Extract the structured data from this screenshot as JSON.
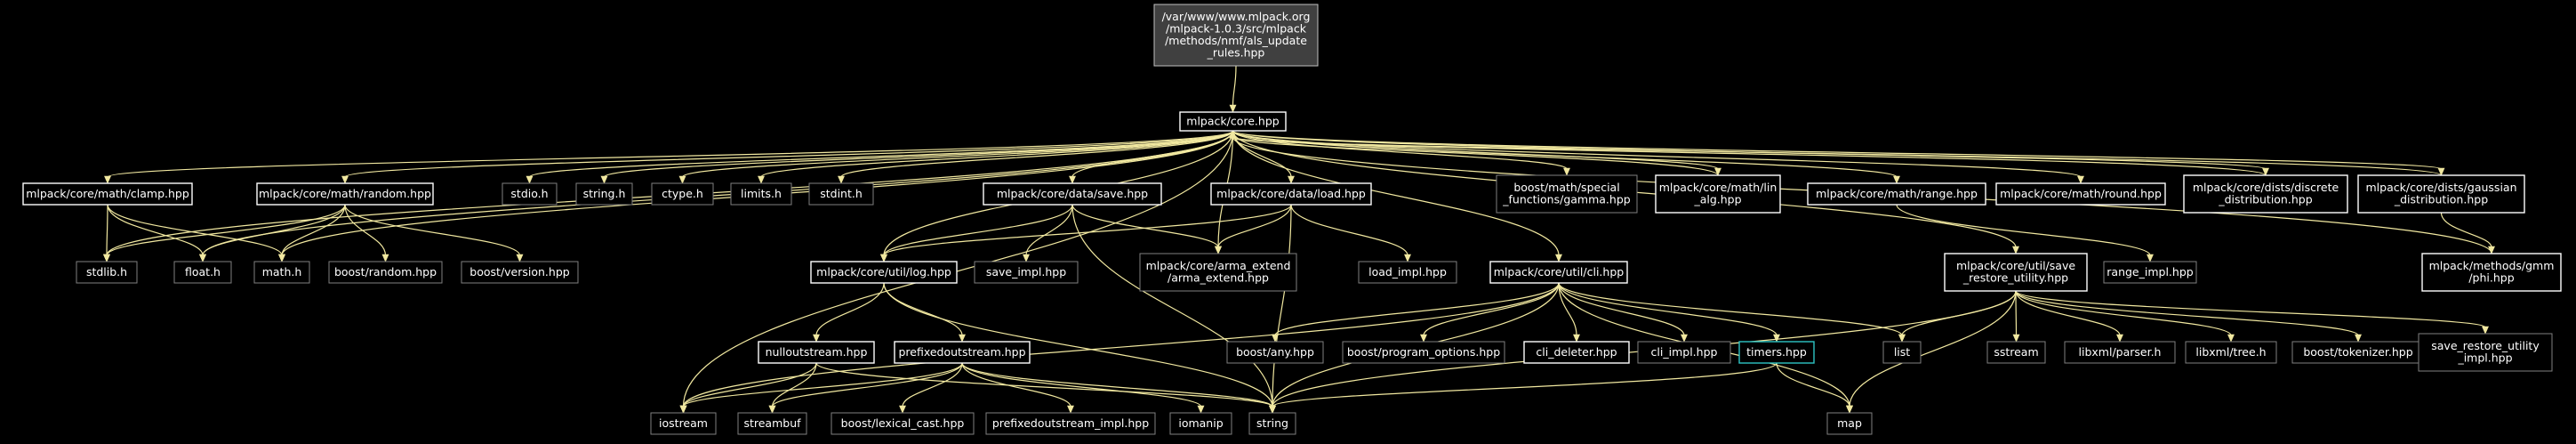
{
  "nodes": [
    {
      "id": "root",
      "kind": "root",
      "lines": [
        "/var/www/www.mlpack.org",
        "/mlpack-1.0.3/src/mlpack",
        "/methods/nmf/als_update",
        "_rules.hpp"
      ]
    },
    {
      "id": "core",
      "kind": "doc",
      "lines": [
        "mlpack/core.hpp"
      ]
    },
    {
      "id": "clamp",
      "kind": "doc",
      "lines": [
        "mlpack/core/math/clamp.hpp"
      ]
    },
    {
      "id": "random",
      "kind": "doc",
      "lines": [
        "mlpack/core/math/random.hpp"
      ]
    },
    {
      "id": "stdio",
      "kind": "sys",
      "lines": [
        "stdio.h"
      ]
    },
    {
      "id": "string_h",
      "kind": "sys",
      "lines": [
        "string.h"
      ]
    },
    {
      "id": "ctype",
      "kind": "sys",
      "lines": [
        "ctype.h"
      ]
    },
    {
      "id": "limits",
      "kind": "sys",
      "lines": [
        "limits.h"
      ]
    },
    {
      "id": "stdint",
      "kind": "sys",
      "lines": [
        "stdint.h"
      ]
    },
    {
      "id": "save",
      "kind": "doc",
      "lines": [
        "mlpack/core/data/save.hpp"
      ]
    },
    {
      "id": "load",
      "kind": "doc",
      "lines": [
        "mlpack/core/data/load.hpp"
      ]
    },
    {
      "id": "gamma",
      "kind": "sys",
      "lines": [
        "boost/math/special",
        "_functions/gamma.hpp"
      ]
    },
    {
      "id": "linalg",
      "kind": "doc",
      "lines": [
        "mlpack/core/math/lin",
        "_alg.hpp"
      ]
    },
    {
      "id": "range",
      "kind": "doc",
      "lines": [
        "mlpack/core/math/range.hpp"
      ]
    },
    {
      "id": "round",
      "kind": "doc",
      "lines": [
        "mlpack/core/math/round.hpp"
      ]
    },
    {
      "id": "discrete",
      "kind": "doc",
      "lines": [
        "mlpack/core/dists/discrete",
        "_distribution.hpp"
      ]
    },
    {
      "id": "gaussian",
      "kind": "doc",
      "lines": [
        "mlpack/core/dists/gaussian",
        "_distribution.hpp"
      ]
    },
    {
      "id": "stdlib",
      "kind": "sys",
      "lines": [
        "stdlib.h"
      ]
    },
    {
      "id": "float",
      "kind": "sys",
      "lines": [
        "float.h"
      ]
    },
    {
      "id": "math",
      "kind": "sys",
      "lines": [
        "math.h"
      ]
    },
    {
      "id": "brandom",
      "kind": "sys",
      "lines": [
        "boost/random.hpp"
      ]
    },
    {
      "id": "bversion",
      "kind": "sys",
      "lines": [
        "boost/version.hpp"
      ]
    },
    {
      "id": "log",
      "kind": "doc",
      "lines": [
        "mlpack/core/util/log.hpp"
      ]
    },
    {
      "id": "saveimpl",
      "kind": "sys",
      "lines": [
        "save_impl.hpp"
      ]
    },
    {
      "id": "armaext",
      "kind": "sys",
      "lines": [
        "mlpack/core/arma_extend",
        "/arma_extend.hpp"
      ]
    },
    {
      "id": "loadimpl",
      "kind": "sys",
      "lines": [
        "load_impl.hpp"
      ]
    },
    {
      "id": "cli",
      "kind": "doc",
      "lines": [
        "mlpack/core/util/cli.hpp"
      ]
    },
    {
      "id": "saverest",
      "kind": "doc",
      "lines": [
        "mlpack/core/util/save",
        "_restore_utility.hpp"
      ]
    },
    {
      "id": "rangeimpl",
      "kind": "sys",
      "lines": [
        "range_impl.hpp"
      ]
    },
    {
      "id": "phi",
      "kind": "doc",
      "lines": [
        "mlpack/methods/gmm",
        "/phi.hpp"
      ]
    },
    {
      "id": "nullout",
      "kind": "doc",
      "lines": [
        "nulloutstream.hpp"
      ]
    },
    {
      "id": "prefixed",
      "kind": "doc",
      "lines": [
        "prefixedoutstream.hpp"
      ]
    },
    {
      "id": "bany",
      "kind": "sys",
      "lines": [
        "boost/any.hpp"
      ]
    },
    {
      "id": "bprog",
      "kind": "sys",
      "lines": [
        "boost/program_options.hpp"
      ]
    },
    {
      "id": "clidel",
      "kind": "doc",
      "lines": [
        "cli_deleter.hpp"
      ]
    },
    {
      "id": "cliimpl",
      "kind": "sys",
      "lines": [
        "cli_impl.hpp"
      ]
    },
    {
      "id": "timers",
      "kind": "hl",
      "lines": [
        "timers.hpp"
      ]
    },
    {
      "id": "list",
      "kind": "sys",
      "lines": [
        "list"
      ]
    },
    {
      "id": "sstream",
      "kind": "sys",
      "lines": [
        "sstream"
      ]
    },
    {
      "id": "libparser",
      "kind": "sys",
      "lines": [
        "libxml/parser.h"
      ]
    },
    {
      "id": "libtree",
      "kind": "sys",
      "lines": [
        "libxml/tree.h"
      ]
    },
    {
      "id": "btok",
      "kind": "sys",
      "lines": [
        "boost/tokenizer.hpp"
      ]
    },
    {
      "id": "saverestimpl",
      "kind": "sys",
      "lines": [
        "save_restore_utility",
        "_impl.hpp"
      ]
    },
    {
      "id": "iostream",
      "kind": "sys",
      "lines": [
        "iostream"
      ]
    },
    {
      "id": "streambuf",
      "kind": "sys",
      "lines": [
        "streambuf"
      ]
    },
    {
      "id": "lexcast",
      "kind": "sys",
      "lines": [
        "boost/lexical_cast.hpp"
      ]
    },
    {
      "id": "prefimpl",
      "kind": "sys",
      "lines": [
        "prefixedoutstream_impl.hpp"
      ]
    },
    {
      "id": "iomanip",
      "kind": "sys",
      "lines": [
        "iomanip"
      ]
    },
    {
      "id": "string",
      "kind": "sys",
      "lines": [
        "string"
      ]
    },
    {
      "id": "map",
      "kind": "sys",
      "lines": [
        "map"
      ]
    }
  ],
  "edges": [
    [
      "root",
      "core"
    ],
    [
      "core",
      "clamp"
    ],
    [
      "core",
      "random"
    ],
    [
      "core",
      "stdio"
    ],
    [
      "core",
      "string_h"
    ],
    [
      "core",
      "ctype"
    ],
    [
      "core",
      "limits"
    ],
    [
      "core",
      "stdint"
    ],
    [
      "core",
      "save"
    ],
    [
      "core",
      "load"
    ],
    [
      "core",
      "gamma"
    ],
    [
      "core",
      "linalg"
    ],
    [
      "core",
      "range"
    ],
    [
      "core",
      "round"
    ],
    [
      "core",
      "discrete"
    ],
    [
      "core",
      "gaussian"
    ],
    [
      "core",
      "stdlib"
    ],
    [
      "core",
      "float"
    ],
    [
      "core",
      "math"
    ],
    [
      "core",
      "log"
    ],
    [
      "core",
      "armaext"
    ],
    [
      "core",
      "cli"
    ],
    [
      "core",
      "saverest"
    ],
    [
      "core",
      "iostream"
    ],
    [
      "clamp",
      "stdlib"
    ],
    [
      "clamp",
      "float"
    ],
    [
      "clamp",
      "math"
    ],
    [
      "random",
      "stdlib"
    ],
    [
      "random",
      "float"
    ],
    [
      "random",
      "math"
    ],
    [
      "random",
      "brandom"
    ],
    [
      "random",
      "bversion"
    ],
    [
      "save",
      "log"
    ],
    [
      "save",
      "saveimpl"
    ],
    [
      "save",
      "armaext"
    ],
    [
      "save",
      "string"
    ],
    [
      "load",
      "log"
    ],
    [
      "load",
      "loadimpl"
    ],
    [
      "load",
      "armaext"
    ],
    [
      "load",
      "string"
    ],
    [
      "linalg",
      "core"
    ],
    [
      "discrete",
      "core"
    ],
    [
      "gaussian",
      "core"
    ],
    [
      "phi",
      "core"
    ],
    [
      "range",
      "rangeimpl"
    ],
    [
      "gaussian",
      "phi"
    ],
    [
      "log",
      "nullout"
    ],
    [
      "log",
      "prefixed"
    ],
    [
      "log",
      "string"
    ],
    [
      "nullout",
      "iostream"
    ],
    [
      "nullout",
      "streambuf"
    ],
    [
      "nullout",
      "string"
    ],
    [
      "prefixed",
      "iostream"
    ],
    [
      "prefixed",
      "streambuf"
    ],
    [
      "prefixed",
      "lexcast"
    ],
    [
      "prefixed",
      "prefimpl"
    ],
    [
      "prefixed",
      "iomanip"
    ],
    [
      "prefixed",
      "string"
    ],
    [
      "cli",
      "iostream"
    ],
    [
      "cli",
      "bany"
    ],
    [
      "cli",
      "bprog"
    ],
    [
      "cli",
      "clidel"
    ],
    [
      "cli",
      "cliimpl"
    ],
    [
      "cli",
      "timers"
    ],
    [
      "cli",
      "list"
    ],
    [
      "cli",
      "map"
    ],
    [
      "cli",
      "string"
    ],
    [
      "timers",
      "map"
    ],
    [
      "timers",
      "string"
    ],
    [
      "saverest",
      "list"
    ],
    [
      "saverest",
      "sstream"
    ],
    [
      "saverest",
      "libparser"
    ],
    [
      "saverest",
      "libtree"
    ],
    [
      "saverest",
      "btok"
    ],
    [
      "saverest",
      "saverestimpl"
    ],
    [
      "saverest",
      "map"
    ],
    [
      "saverest",
      "string"
    ]
  ]
}
